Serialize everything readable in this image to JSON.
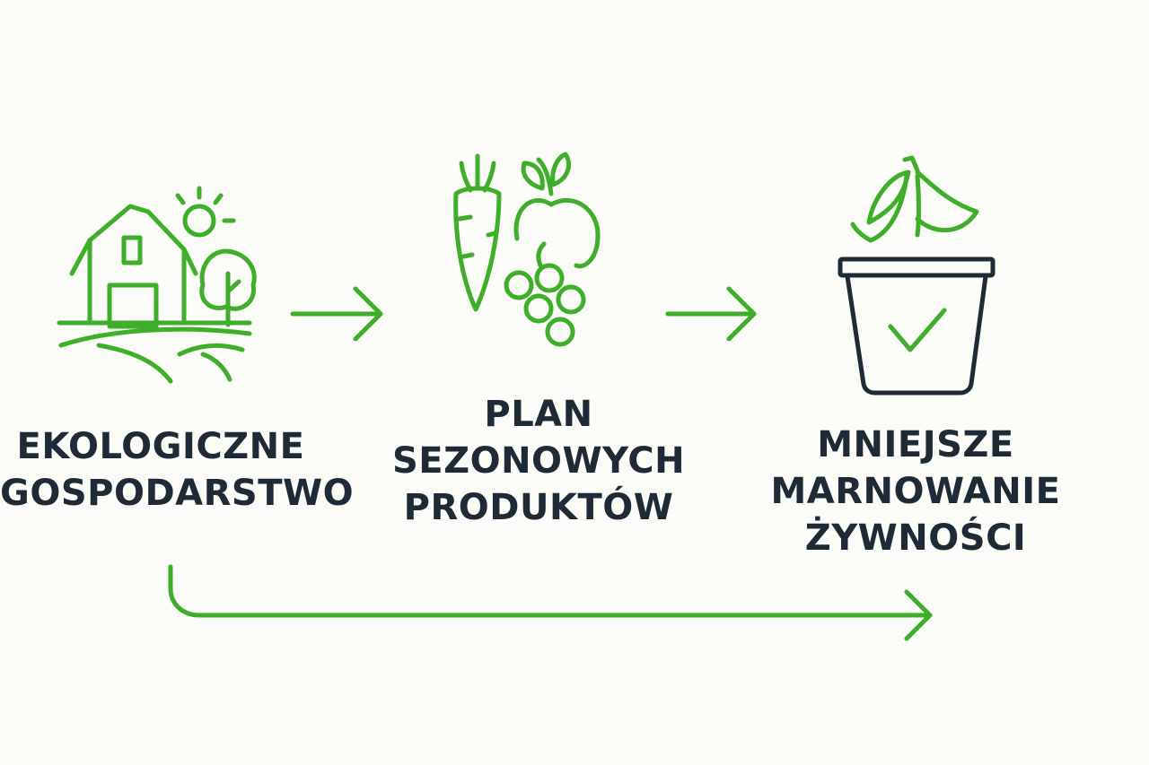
{
  "colors": {
    "accent": "#3fae2a",
    "dark": "#1f2a37",
    "background": "#fbfbf7"
  },
  "steps": [
    {
      "icon": "farm-icon",
      "lines": [
        "EKOLOGICZNE",
        "GOSPODARSTWO"
      ]
    },
    {
      "icon": "produce-icon",
      "lines": [
        "PLAN",
        "SEZONOWYCH",
        "PRODUKTÓW"
      ]
    },
    {
      "icon": "compost-bin-icon",
      "lines": [
        "MNIEJSZE",
        "MARNOWANIE",
        "ŻYWNOŚCI"
      ]
    }
  ]
}
